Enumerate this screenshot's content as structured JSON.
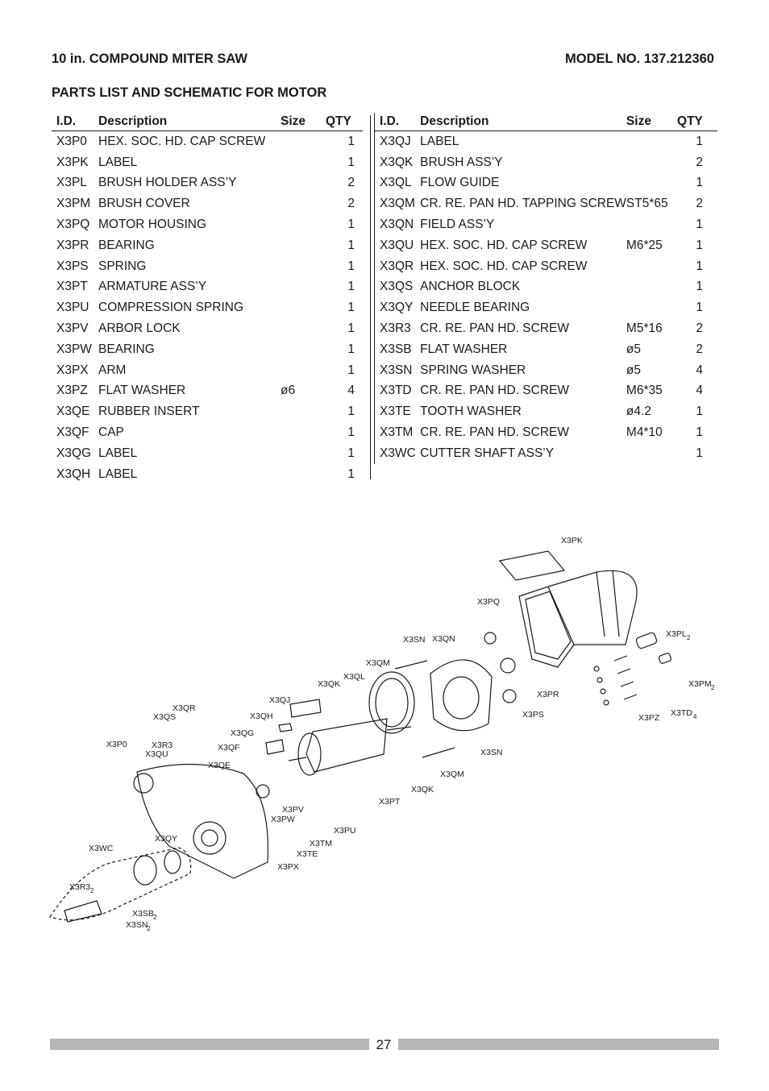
{
  "header": {
    "title": "10 in. COMPOUND MITER SAW",
    "model": "MODEL NO. 137.212360"
  },
  "section_title": "PARTS LIST AND SCHEMATIC FOR MOTOR",
  "columns": {
    "id": "I.D.",
    "description": "Description",
    "size": "Size",
    "qty": "QTY"
  },
  "parts_left": [
    {
      "id": "X3P0",
      "description": "HEX. SOC. HD. CAP SCREW",
      "size": "",
      "qty": "1"
    },
    {
      "id": "X3PK",
      "description": "LABEL",
      "size": "",
      "qty": "1"
    },
    {
      "id": "X3PL",
      "description": "BRUSH HOLDER ASS’Y",
      "size": "",
      "qty": "2"
    },
    {
      "id": "X3PM",
      "description": "BRUSH COVER",
      "size": "",
      "qty": "2"
    },
    {
      "id": "X3PQ",
      "description": "MOTOR HOUSING",
      "size": "",
      "qty": "1"
    },
    {
      "id": "X3PR",
      "description": "BEARING",
      "size": "",
      "qty": "1"
    },
    {
      "id": "X3PS",
      "description": "SPRING",
      "size": "",
      "qty": "1"
    },
    {
      "id": "X3PT",
      "description": "ARMATURE ASS’Y",
      "size": "",
      "qty": "1"
    },
    {
      "id": "X3PU",
      "description": "COMPRESSION SPRING",
      "size": "",
      "qty": "1"
    },
    {
      "id": "X3PV",
      "description": "ARBOR LOCK",
      "size": "",
      "qty": "1"
    },
    {
      "id": "X3PW",
      "description": "BEARING",
      "size": "",
      "qty": "1"
    },
    {
      "id": "X3PX",
      "description": "ARM",
      "size": "",
      "qty": "1"
    },
    {
      "id": "X3PZ",
      "description": "FLAT WASHER",
      "size": "ø6",
      "qty": "4"
    },
    {
      "id": "X3QE",
      "description": "RUBBER INSERT",
      "size": "",
      "qty": "1"
    },
    {
      "id": "X3QF",
      "description": "CAP",
      "size": "",
      "qty": "1"
    },
    {
      "id": "X3QG",
      "description": "LABEL",
      "size": "",
      "qty": "1"
    },
    {
      "id": "X3QH",
      "description": "LABEL",
      "size": "",
      "qty": "1"
    }
  ],
  "parts_right": [
    {
      "id": "X3QJ",
      "description": "LABEL",
      "size": "",
      "qty": "1"
    },
    {
      "id": "X3QK",
      "description": "BRUSH ASS’Y",
      "size": "",
      "qty": "2"
    },
    {
      "id": "X3QL",
      "description": "FLOW GUIDE",
      "size": "",
      "qty": "1"
    },
    {
      "id": "X3QM",
      "description": "CR. RE. PAN HD. TAPPING SCREW",
      "size": "ST5*65",
      "qty": "2"
    },
    {
      "id": "X3QN",
      "description": "FIELD ASS’Y",
      "size": "",
      "qty": "1"
    },
    {
      "id": "X3QU",
      "description": "HEX. SOC. HD. CAP SCREW",
      "size": "M6*25",
      "qty": "1"
    },
    {
      "id": "X3QR",
      "description": "HEX. SOC. HD. CAP SCREW",
      "size": "",
      "qty": "1"
    },
    {
      "id": "X3QS",
      "description": "ANCHOR BLOCK",
      "size": "",
      "qty": "1"
    },
    {
      "id": "X3QY",
      "description": "NEEDLE BEARING",
      "size": "",
      "qty": "1"
    },
    {
      "id": "X3R3",
      "description": "CR. RE. PAN HD. SCREW",
      "size": "M5*16",
      "qty": "2"
    },
    {
      "id": "X3SB",
      "description": "FLAT WASHER",
      "size": "ø5",
      "qty": "2"
    },
    {
      "id": "X3SN",
      "description": "SPRING WASHER",
      "size": "ø5",
      "qty": "4"
    },
    {
      "id": "X3TD",
      "description": "CR. RE. PAN HD. SCREW",
      "size": "M6*35",
      "qty": "4"
    },
    {
      "id": "X3TE",
      "description": "TOOTH WASHER",
      "size": "ø4.2",
      "qty": "1"
    },
    {
      "id": "X3TM",
      "description": "CR. RE. PAN HD. SCREW",
      "size": "M4*10",
      "qty": "1"
    },
    {
      "id": "X3WC",
      "description": "CUTTER SHAFT ASS’Y",
      "size": "",
      "qty": "1"
    }
  ],
  "schematic_labels": {
    "x3pk": "X3PK",
    "x3pq": "X3PQ",
    "x3pl": "X3PL",
    "x3pl_qty": "2",
    "x3pm": "X3PM",
    "x3pm_qty": "2",
    "x3pz": "X3PZ",
    "x3td": "X3TD",
    "x3td_qty": "4",
    "x3sn_top": "X3SN",
    "x3qn": "X3QN",
    "x3qm_top": "X3QM",
    "x3ql": "X3QL",
    "x3qk_top": "X3QK",
    "x3pr": "X3PR",
    "x3ps": "X3PS",
    "x3qj": "X3QJ",
    "x3qh": "X3QH",
    "x3qg": "X3QG",
    "x3qf": "X3QF",
    "x3qe": "X3QE",
    "x3qr": "X3QR",
    "x3qs": "X3QS",
    "x3p0": "X3P0",
    "x3r3_mid": "X3R3",
    "x3qu": "X3QU",
    "x3sn_mid": "X3SN",
    "x3qm_bot": "X3QM",
    "x3qk_bot": "X3QK",
    "x3pt": "X3PT",
    "x3pv": "X3PV",
    "x3pw": "X3PW",
    "x3pu": "X3PU",
    "x3tm": "X3TM",
    "x3te": "X3TE",
    "x3px": "X3PX",
    "x3qy": "X3QY",
    "x3wc": "X3WC",
    "x3r3_bot": "X3R3",
    "x3r3_bot_qty": "2",
    "x3sb": "X3SB",
    "x3sb_qty": "2",
    "x3sn_bot": "X3SN",
    "x3sn_bot_qty": "2"
  },
  "footer": {
    "page_number": "27"
  }
}
